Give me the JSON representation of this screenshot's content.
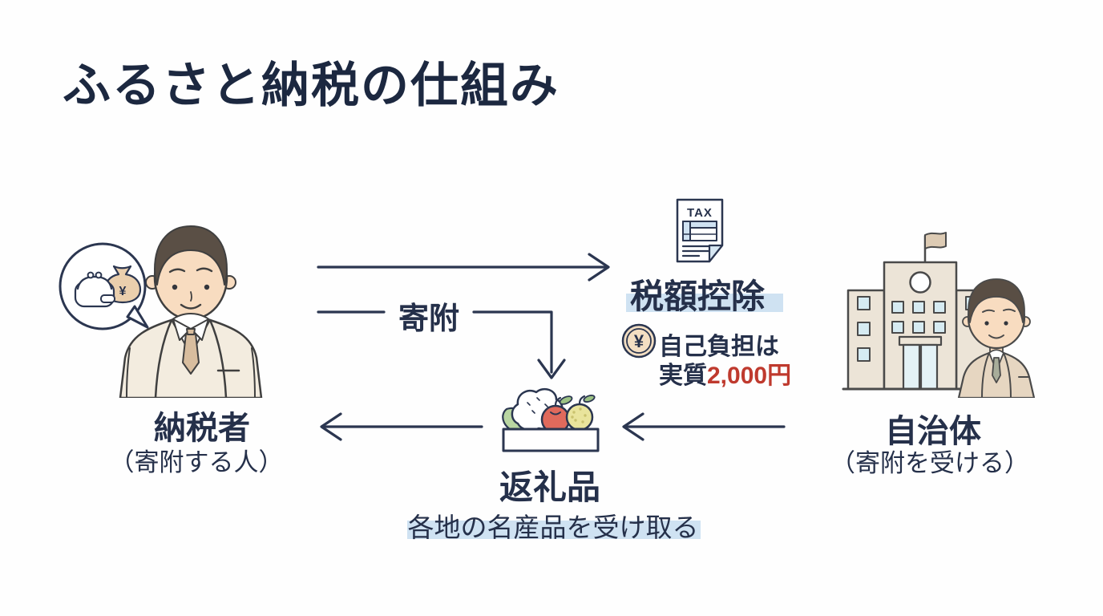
{
  "title": "ふるさと納税の仕組み",
  "colors": {
    "ink": "#25304a",
    "accent_red": "#bf3a2e",
    "highlight_blue": "#cfe2f2"
  },
  "taxpayer": {
    "label": "納税者",
    "sublabel": "（寄附する人）",
    "bubble_bag_symbol": "¥"
  },
  "donation": {
    "label": "寄附"
  },
  "tax_deduction": {
    "label": "税額控除",
    "doc_text": "TAX",
    "coin_symbol": "¥",
    "note_line1": "自己負担は",
    "note_line2_prefix": "実質",
    "note_line2_amount": "2,000円"
  },
  "gift": {
    "label": "返礼品",
    "note": "各地の名産品を受け取る"
  },
  "municipality": {
    "label": "自治体",
    "sublabel": "（寄附を受ける）"
  }
}
